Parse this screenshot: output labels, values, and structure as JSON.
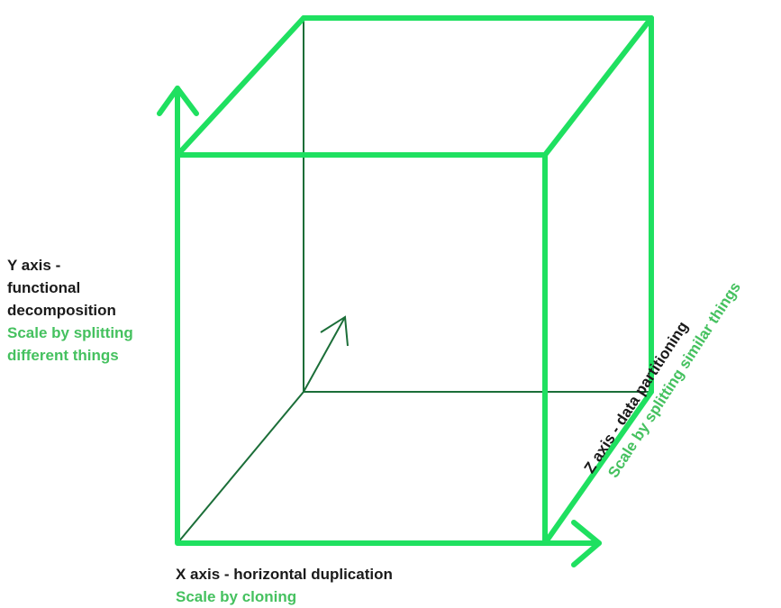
{
  "colors": {
    "edge": "#1fe060",
    "inner_edge": "#1b6e38",
    "label_dark": "#1a1a1a",
    "label_green": "#45c15f"
  },
  "y_axis": {
    "title_lines": [
      "Y axis -",
      "functional",
      "decomposition"
    ],
    "subtitle_lines": [
      "Scale by splitting",
      "different things"
    ]
  },
  "x_axis": {
    "title": "X axis - horizontal duplication",
    "subtitle": "Scale by cloning"
  },
  "z_axis": {
    "title": "Z axis - data partitioning",
    "subtitle": "Scale by splitting similar things"
  }
}
